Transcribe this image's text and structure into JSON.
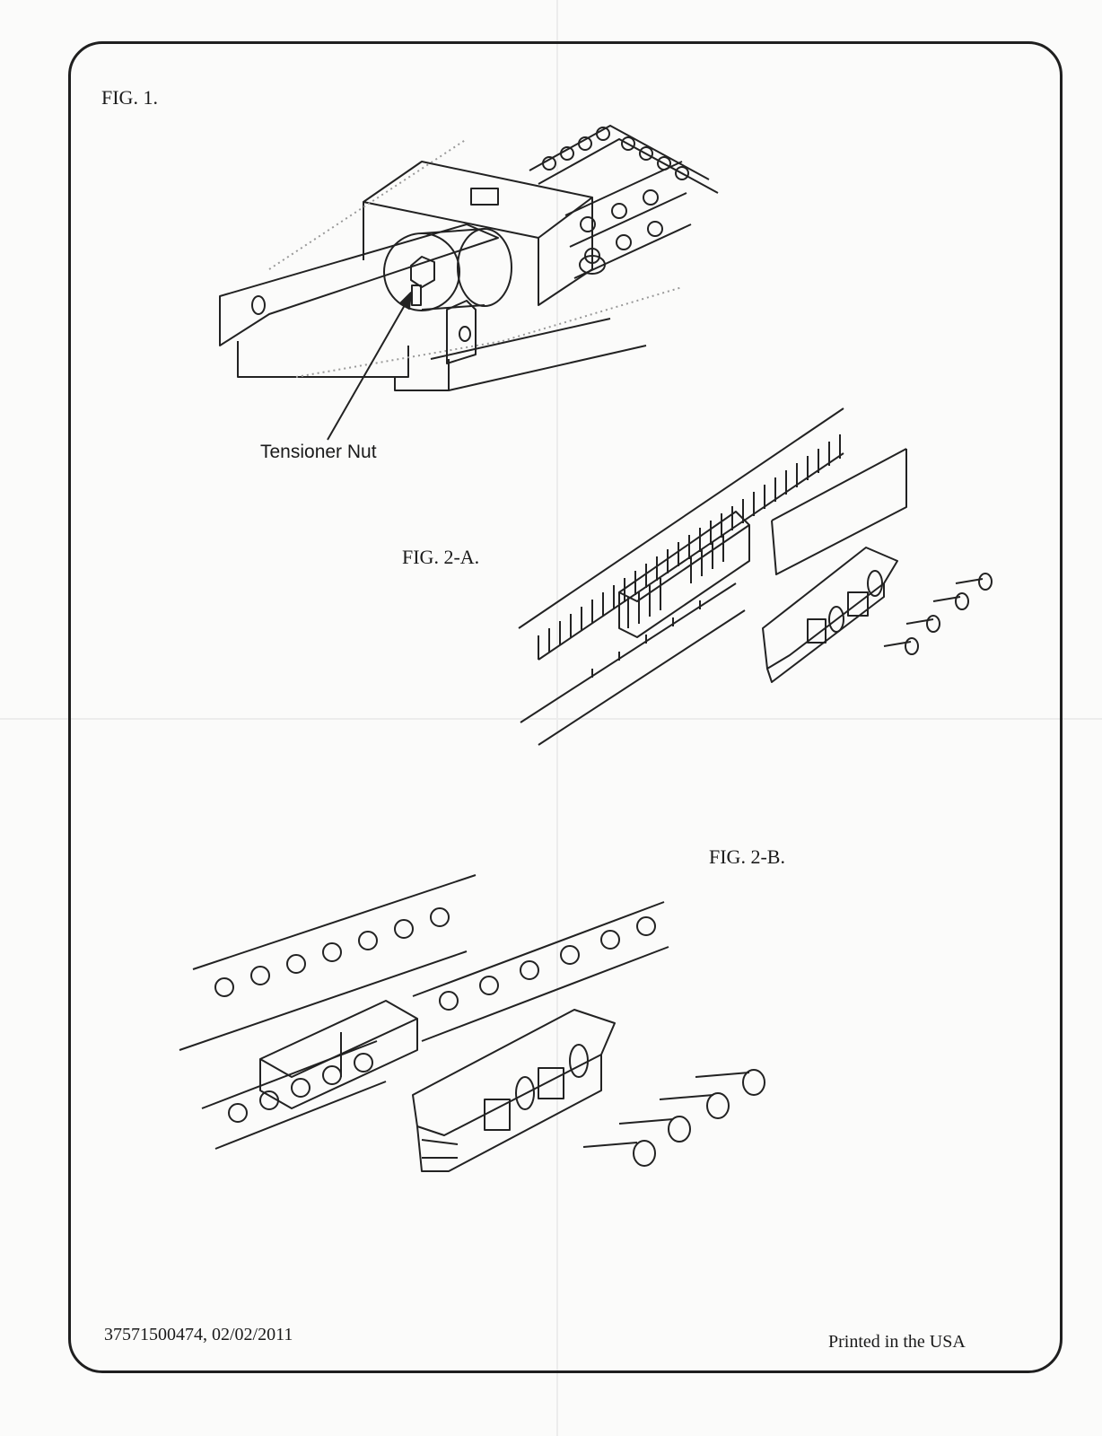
{
  "figure_labels": {
    "fig1": "FIG. 1.",
    "fig2a": "FIG. 2-A.",
    "fig2b": "FIG. 2-B."
  },
  "callouts": {
    "tensioner_nut": "Tensioner Nut"
  },
  "footer": {
    "doc_number": "37571500474, 02/02/2011",
    "printed": "Printed in the USA"
  }
}
